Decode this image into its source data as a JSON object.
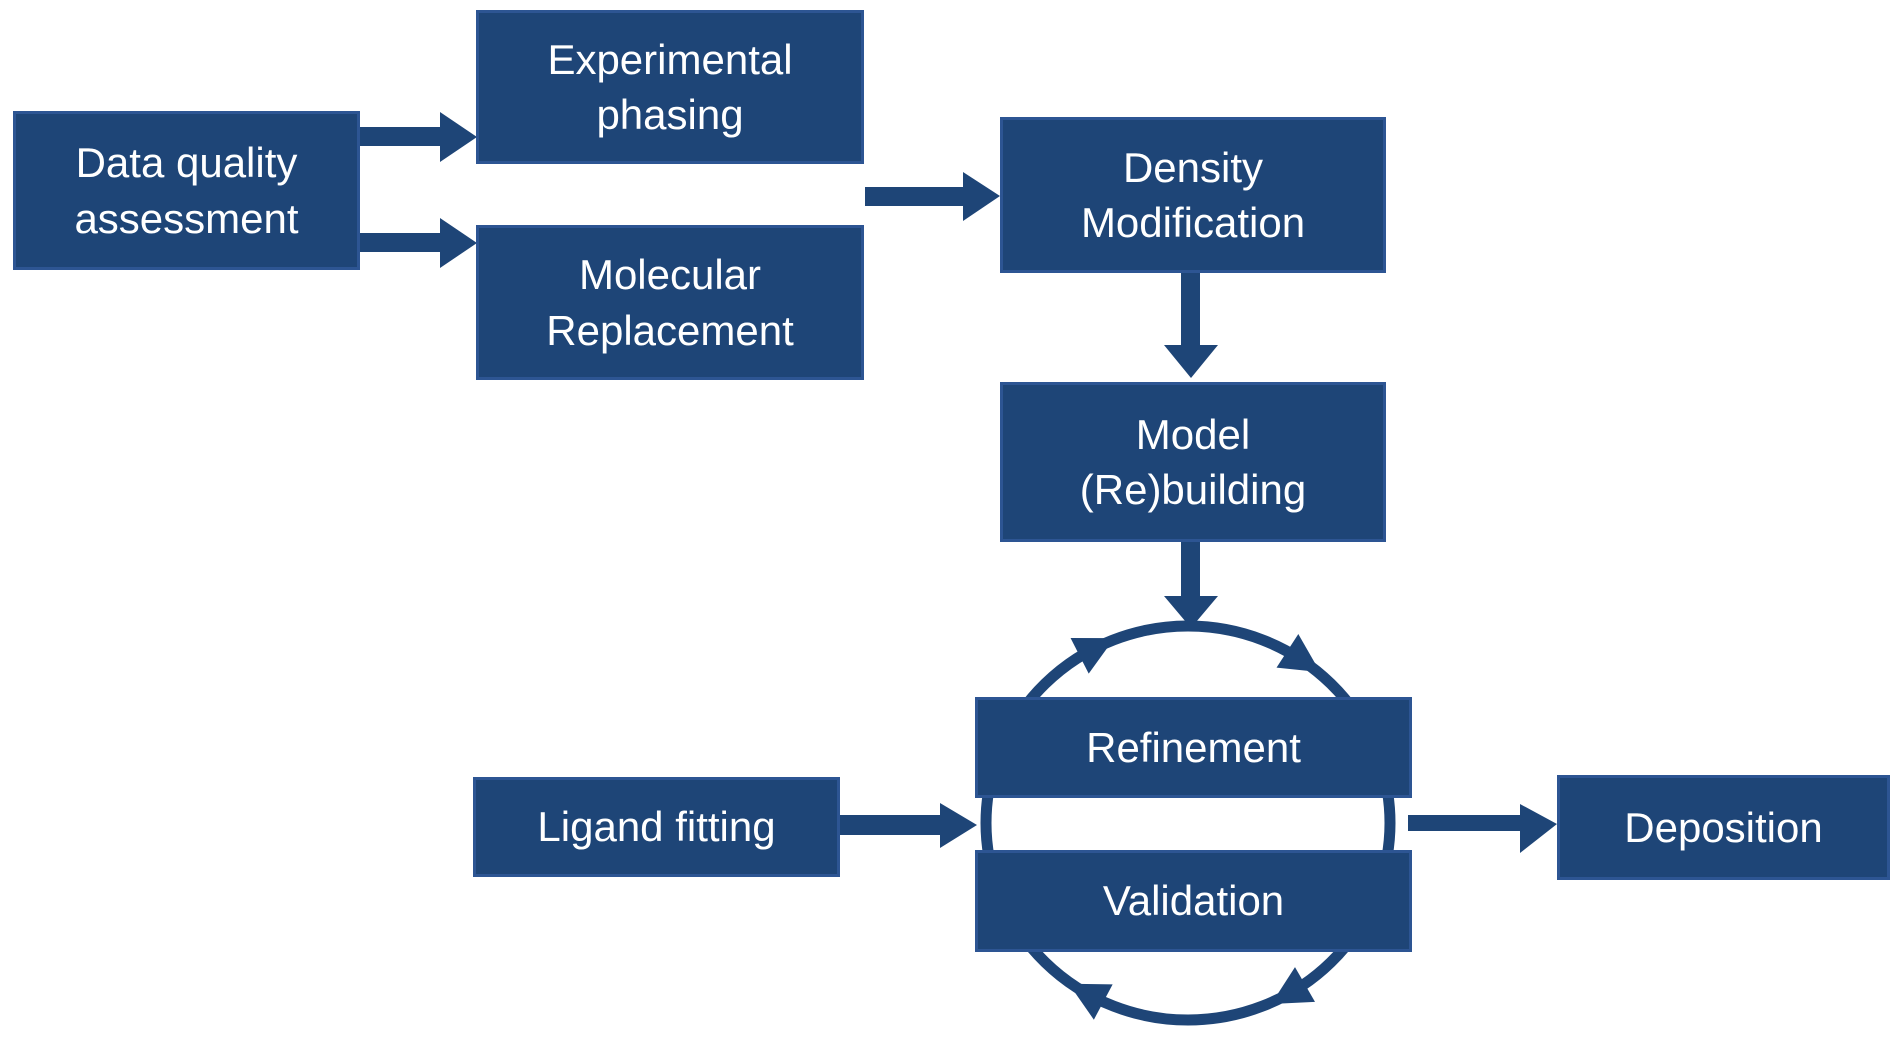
{
  "colors": {
    "background": "#FFFFFF",
    "box_fill": "#1E4577",
    "box_border": "#2D5593",
    "arrow": "#1E4577",
    "text": "#FFFFFF"
  },
  "nodes": {
    "data_quality_assessment": {
      "lines": [
        "Data quality",
        "assessment"
      ]
    },
    "experimental_phasing": {
      "lines": [
        "Experimental",
        "phasing"
      ]
    },
    "molecular_replacement": {
      "lines": [
        "Molecular",
        "Replacement"
      ]
    },
    "density_modification": {
      "lines": [
        "Density",
        "Modification"
      ]
    },
    "model_rebuilding": {
      "lines": [
        "Model",
        "(Re)building"
      ]
    },
    "refinement": {
      "lines": [
        "Refinement"
      ]
    },
    "validation": {
      "lines": [
        "Validation"
      ]
    },
    "ligand_fitting": {
      "lines": [
        "Ligand fitting"
      ]
    },
    "deposition": {
      "lines": [
        "Deposition"
      ]
    }
  },
  "edges": [
    {
      "from": "data_quality_assessment",
      "to": "experimental_phasing"
    },
    {
      "from": "data_quality_assessment",
      "to": "molecular_replacement"
    },
    {
      "from": "experimental_phasing / molecular_replacement",
      "to": "density_modification"
    },
    {
      "from": "density_modification",
      "to": "model_rebuilding"
    },
    {
      "from": "model_rebuilding",
      "to": "refinement_validation_cycle"
    },
    {
      "from": "ligand_fitting",
      "to": "refinement_validation_cycle"
    },
    {
      "from": "refinement_validation_cycle",
      "to": "deposition"
    },
    {
      "from": "refinement",
      "to": "validation",
      "type": "clockwise-cycle"
    },
    {
      "from": "validation",
      "to": "refinement",
      "type": "clockwise-cycle"
    }
  ]
}
